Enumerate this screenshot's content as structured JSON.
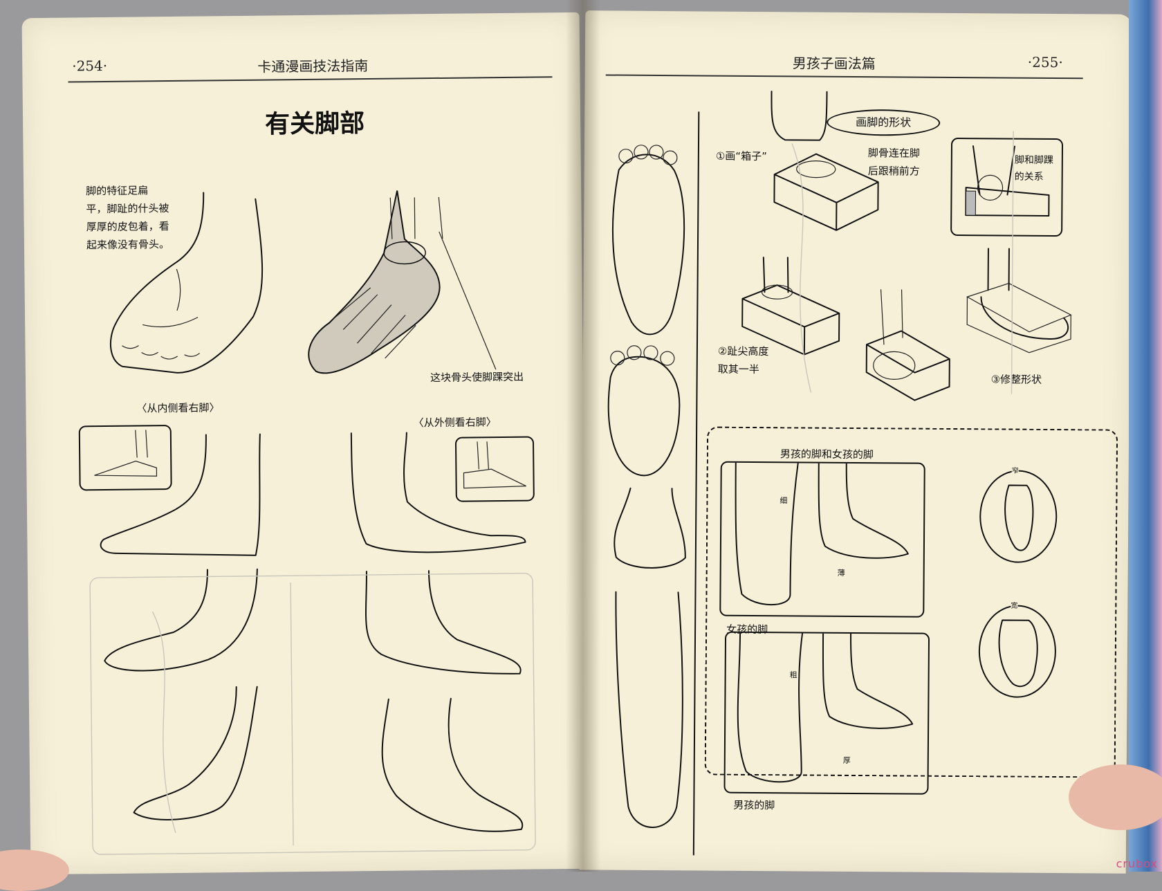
{
  "left_page": {
    "page_number": "·254·",
    "running_head": "卡通漫画技法指南",
    "title": "有关脚部",
    "note_lines": [
      "脚的特征足扁",
      "平，脚趾的什头被",
      "厚厚的皮包着，看",
      "起来像没有骨头。"
    ],
    "bone_caption": "这块骨头使脚踝突出",
    "inner_view_caption": "〈从内侧看右脚〉",
    "outer_view_caption": "〈从外侧看右脚〉"
  },
  "right_page": {
    "page_number": "·255·",
    "running_head": "男孩子画法篇",
    "section_title": "画脚的形状",
    "step1": "①画“箱子”",
    "heel_note_lines": [
      "脚骨连在脚",
      "后跟稍前方"
    ],
    "ankle_relation_lines": [
      "脚和脚踝",
      "的关系"
    ],
    "step2_lines": [
      "②趾尖高度",
      "取其一半"
    ],
    "step3": "③修整形状",
    "compare_title": "男孩的脚和女孩的脚",
    "girl_label": "女孩的脚",
    "boy_label": "男孩的脚",
    "tag_thin": "细",
    "tag_thin2": "薄",
    "tag_thick": "粗",
    "tag_thick2": "厚",
    "tag_narrow": "窄",
    "tag_wide": "宽"
  },
  "watermark": "crubox"
}
